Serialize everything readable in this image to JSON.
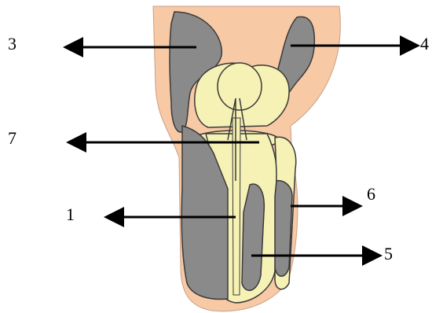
{
  "colors": {
    "skin": "#f7c9a5",
    "bone": "#f6f1b4",
    "gray_region": "#8a8a8a",
    "outline": "#3a3a3a",
    "arrow": "#000000"
  },
  "labels": {
    "label_1": "1",
    "label_3": "3",
    "label_4": "4",
    "label_5": "5",
    "label_6": "6",
    "label_7": "7"
  }
}
